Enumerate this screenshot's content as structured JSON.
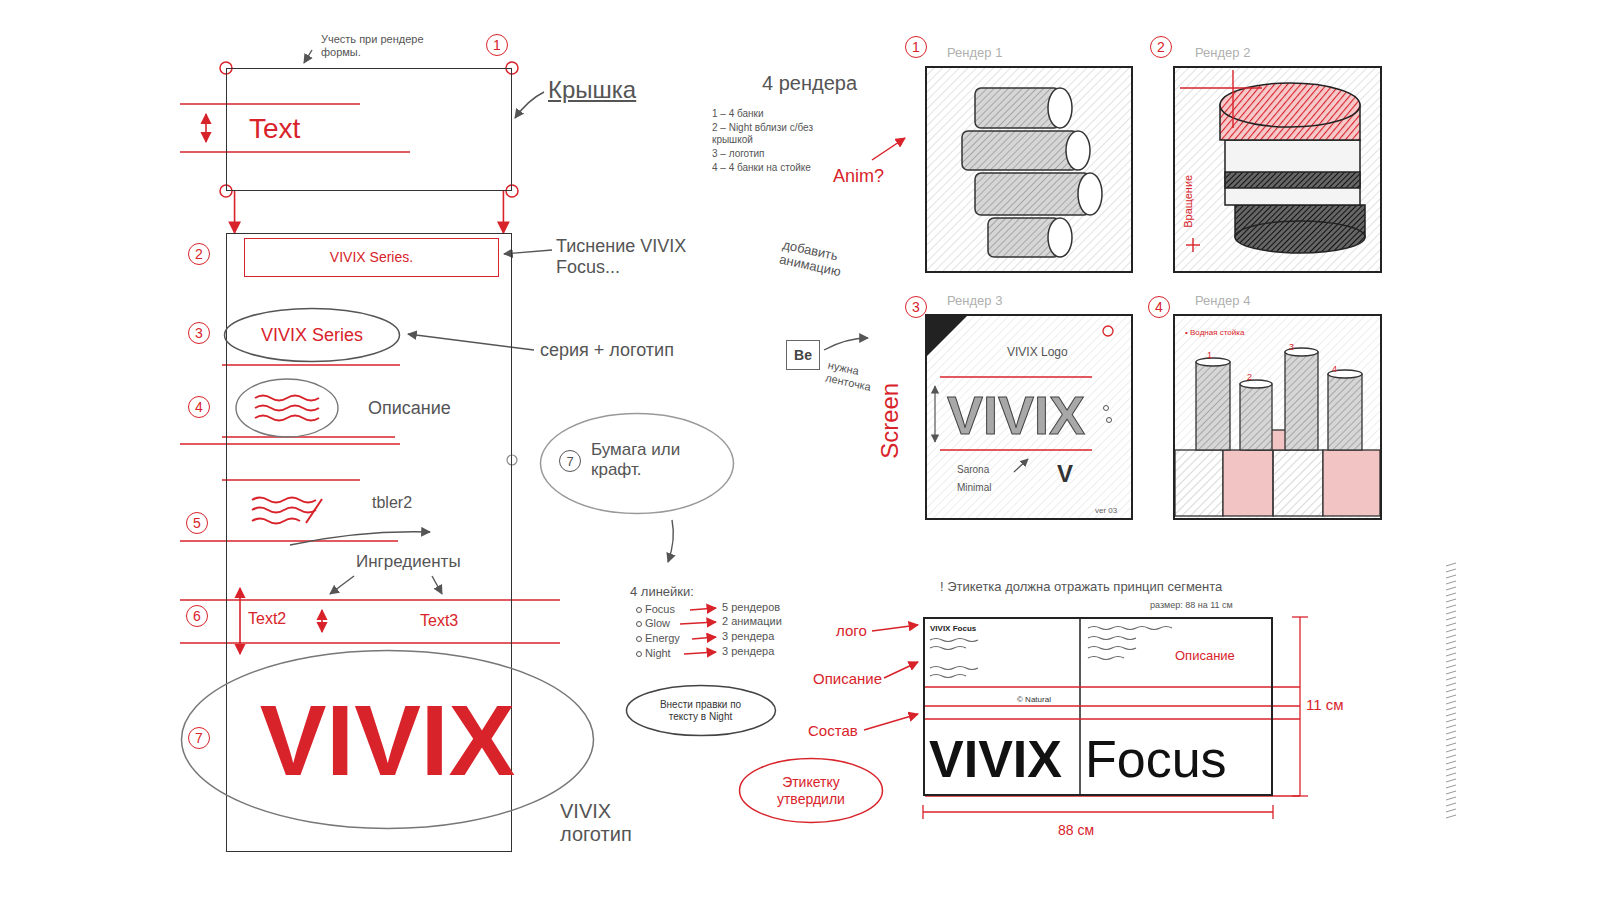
{
  "diagram": {
    "nodes": [
      {
        "text": [
          "Text"
        ]
      },
      {
        "text": []
      },
      {
        "text": [
          "VIVIX Series."
        ],
        "in": 1
      },
      {
        "text": [
          "VIVIX Series"
        ],
        "in": 1
      },
      {
        "text": [
          "VIVIX"
        ],
        "in": 1
      },
      {
        "text": [
          "7",
          "Бумага или крафт."
        ]
      },
      {
        "text": [
          "Be"
        ]
      },
      {
        "text": [
          "Внести правки по тексту в Night"
        ]
      },
      {
        "text": [
          "Рендер 1"
        ]
      },
      {
        "text": [
          "Рендер 2"
        ]
      },
      {
        "text": [
          "Рендер 3",
          "VIVIX Logo",
          "VIVIX",
          "Sarona",
          "Minimal",
          "V",
          "ver 03"
        ]
      },
      {
        "text": [
          "Рендер 4",
          "• Водная стойка",
          "1",
          "2",
          "3",
          "4"
        ]
      },
      {
        "text": [
          "VIVIX Focus",
          "Описание",
          "© Natural",
          "VIVIX",
          "Focus"
        ]
      },
      {
        "text": [
          "Этикетку утвердили"
        ]
      }
    ],
    "edges": [
      {
        "from": 0,
        "to": 1,
        "arrow": "to"
      },
      {
        "from": 0,
        "to": 1,
        "arrow": "to"
      }
    ],
    "labels": [
      "Учесть при рендере формы.",
      "1",
      "Крышка",
      "2",
      "Тиснение VIVIX Focus...",
      "3",
      "серия + логотип",
      "4",
      "Описание",
      "5",
      "tbler2",
      "Ингредиенты",
      "6",
      "Text2",
      "Text3",
      "7",
      "VIVIX логотип",
      "4 рендера",
      "1 – 4 банки",
      "2 – Night вблизи с/без крышкой",
      "3 – логотип",
      "4 – 4 банки на стойке",
      "Anim?",
      "добавить анимацию",
      "нужна ленточка",
      "1",
      "2",
      "Вращение",
      "3",
      "Screen",
      "4",
      "4 линейки:",
      "Focus",
      "5 рендеров",
      "Glow",
      "2 анимации",
      "Energy",
      "3 рендера",
      "Night",
      "3 рендера",
      "! Этикетка должна отражать принцип сегмента",
      "размер: 88 на 11 см",
      "лого",
      "Описание",
      "Состав",
      "11 см",
      "88 см"
    ]
  }
}
